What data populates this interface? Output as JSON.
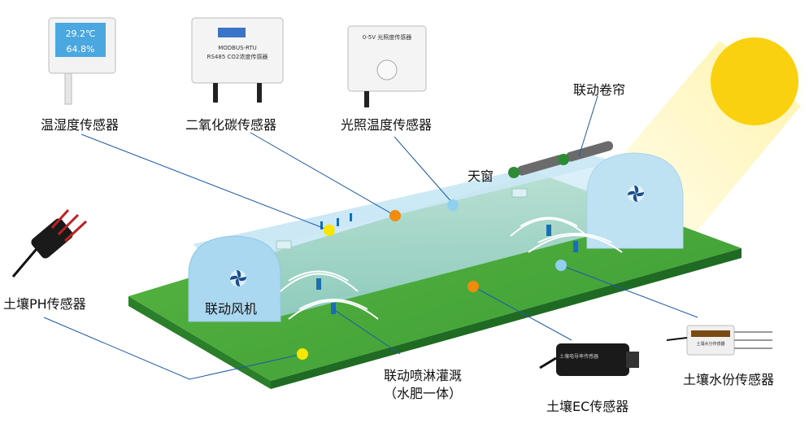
{
  "labels": {
    "temp_humidity": "温湿度传感器",
    "co2": "二氧化碳传感器",
    "light_temp": "光照温度传感器",
    "roller_blind": "联动卷帘",
    "skylight": "天窗",
    "soil_ph": "土壤PH传感器",
    "fan": "联动风机",
    "sprinkler_line1": "联动喷淋灌溉",
    "sprinkler_line2": "（水肥一体）",
    "soil_ec": "土壤EC传感器",
    "soil_moisture": "土壤水份传感器"
  },
  "device_text": {
    "co2_model": "MODBUS-RTU",
    "co2_name": "RS485 CO2浓度传感器",
    "light_name": "0-5V 光照度传感器",
    "thermo_temp": "29.2℃",
    "thermo_hum": "64.8%",
    "ec_name": "土壤电导率传感器",
    "moisture_name": "土壤水分传感器"
  },
  "colors": {
    "ground": "#3aa336",
    "ground_dark": "#2b7f2a",
    "tunnel": "#bfe2f3",
    "sun": "#f9d10f",
    "dot_yellow": "#f6e600",
    "dot_orange": "#f08b0c",
    "dot_blue": "#8fd0f0"
  }
}
